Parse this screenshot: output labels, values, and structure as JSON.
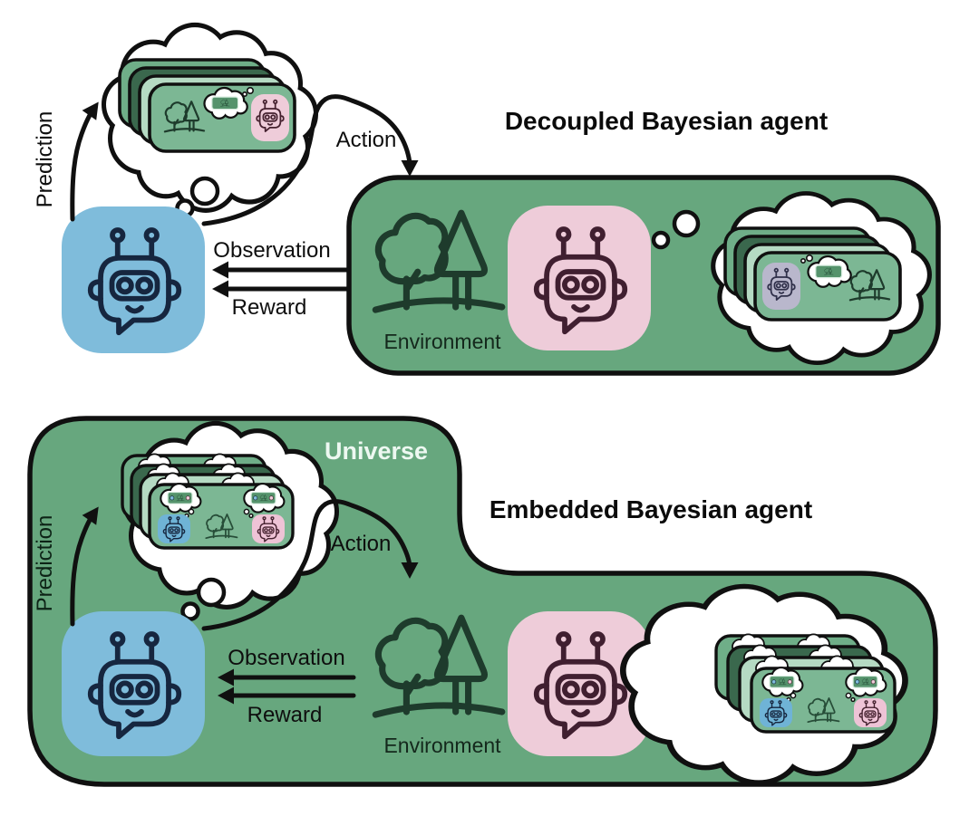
{
  "colors": {
    "background": "#ffffff",
    "outline": "#101010",
    "universe_green": "#67a77e",
    "agent_blue": "#7fbcdb",
    "agent_pink": "#eeccd9",
    "modeled_agent_gray": "#b9b7cc",
    "card_front_green": "#7cb794",
    "card_light_green": "#b5dac3",
    "card_dark_green": "#3a684d",
    "card_mid_green": "#6fae88",
    "mini_card_green": "#55936c"
  },
  "top_panel": {
    "title": "Decoupled Bayesian agent",
    "prediction_label": "Prediction",
    "action_label": "Action",
    "observation_label": "Observation",
    "reward_label": "Reward",
    "environment_label": "Environment"
  },
  "bottom_panel": {
    "title": "Embedded Bayesian agent",
    "universe_label": "Universe",
    "prediction_label": "Prediction",
    "action_label": "Action",
    "observation_label": "Observation",
    "reward_label": "Reward",
    "environment_label": "Environment"
  }
}
